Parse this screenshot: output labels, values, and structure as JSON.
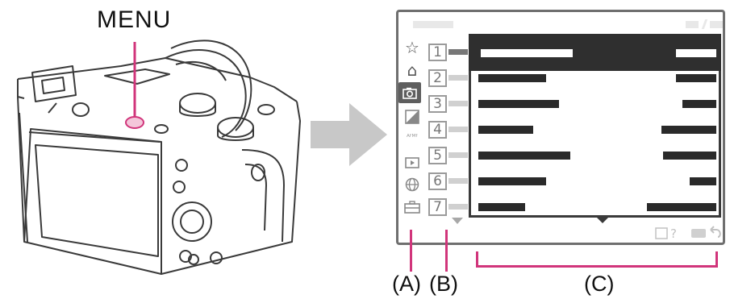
{
  "labels": {
    "menu_button": "MENU",
    "callout_a": "(A)",
    "callout_b": "(B)",
    "callout_c": "(C)"
  },
  "screen": {
    "sidebar_icons": [
      "star-icon",
      "home-icon",
      "camera-icon",
      "exposure-icon",
      "af-mf-icon",
      "playback-icon",
      "network-icon",
      "toolbox-icon"
    ],
    "page_numbers": [
      "1",
      "2",
      "3",
      "4",
      "5",
      "6",
      "7"
    ],
    "footer_icons": [
      "help-icon",
      "back-icon"
    ]
  },
  "colors": {
    "callout_pink": "#d1357b",
    "arrow_gray": "#c8c8c8",
    "highlight": "#2f2f2f"
  }
}
